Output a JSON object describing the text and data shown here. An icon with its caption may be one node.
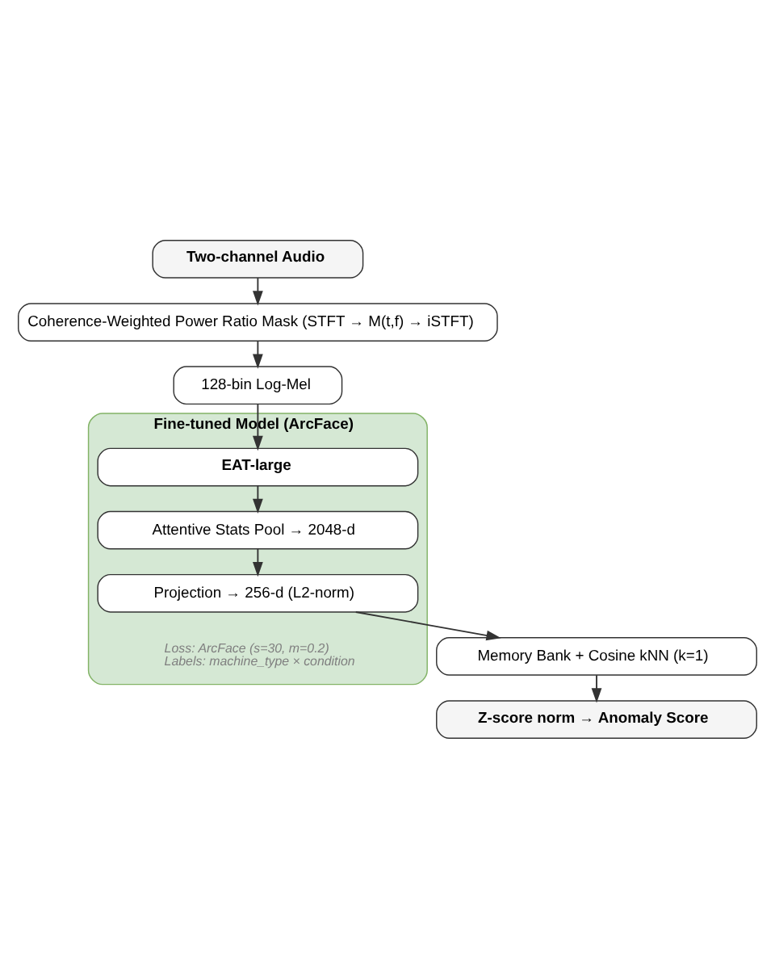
{
  "diagram": {
    "nodes": [
      {
        "text": [
          "Two-channel Audio"
        ]
      },
      {
        "text": [
          "Coherence-Weighted Power Ratio Mask (STFT → M(t,f) → iSTFT)"
        ]
      },
      {
        "text": [
          "128-bin Log-Mel"
        ]
      },
      {
        "text": [
          "Fine-tuned Model (ArcFace)"
        ]
      },
      {
        "text": [
          "EAT-large"
        ],
        "in": 3
      },
      {
        "text": [
          "Attentive Stats Pool → 2048-d"
        ],
        "in": 3
      },
      {
        "text": [
          "Projection → 256-d (L2-norm)"
        ],
        "in": 3
      },
      {
        "text": [
          "Memory Bank + Cosine kNN (k=1)"
        ]
      },
      {
        "text": [
          "Z-score norm → Anomaly Score"
        ]
      }
    ],
    "edges": [
      {
        "from": 0,
        "to": 1,
        "arrow": "to"
      },
      {
        "from": 1,
        "to": 2,
        "arrow": "to"
      },
      {
        "from": 2,
        "to": 4,
        "arrow": "to"
      },
      {
        "from": 4,
        "to": 5,
        "arrow": "to"
      },
      {
        "from": 5,
        "to": 6,
        "arrow": "to"
      },
      {
        "from": 6,
        "to": 7,
        "arrow": "to"
      },
      {
        "from": 7,
        "to": 8,
        "arrow": "to"
      }
    ],
    "labels": [
      "Loss: ArcFace (s=30, m=0.2)",
      "Labels: machine_type × condition"
    ]
  }
}
